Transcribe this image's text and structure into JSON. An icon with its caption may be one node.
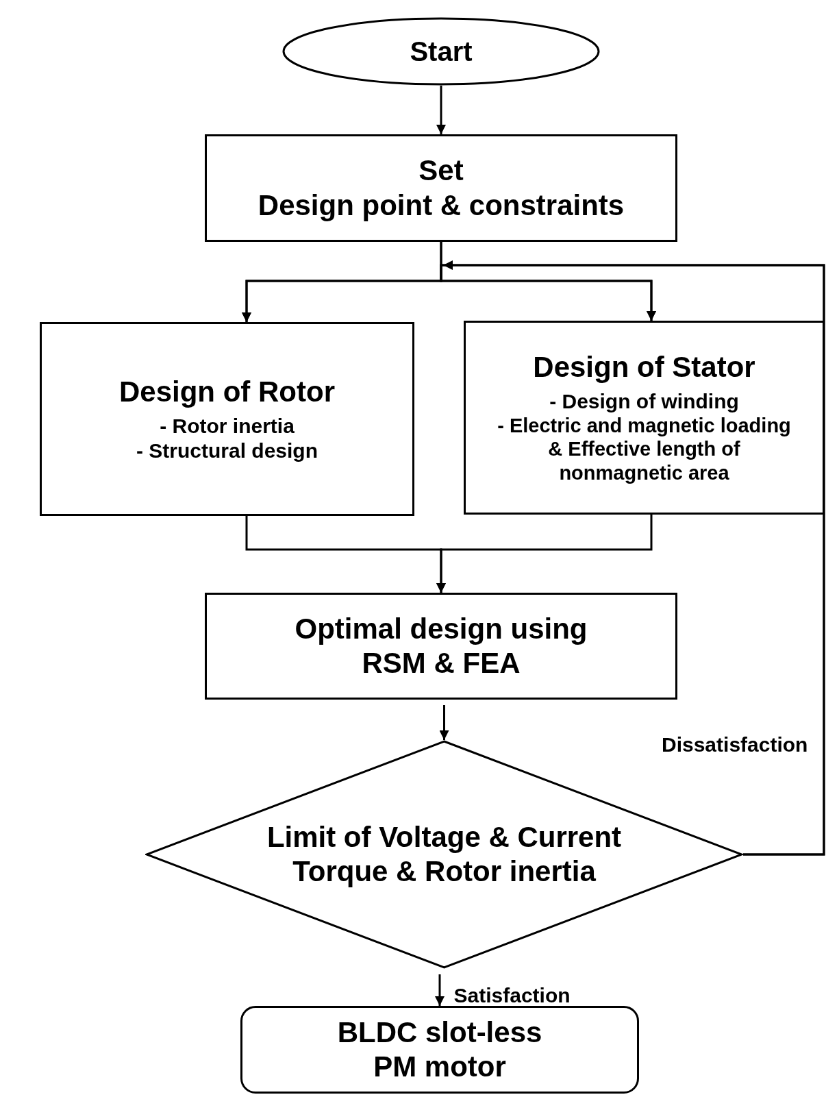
{
  "diagram": {
    "nodes": [
      {
        "text": [
          "Start"
        ]
      },
      {
        "text": [
          "Set",
          "Design point & constraints"
        ]
      },
      {
        "text": [
          "Design of Rotor",
          "- Rotor inertia",
          "- Structural design"
        ]
      },
      {
        "text": [
          "Design of Stator",
          "- Design of winding",
          "- Electric and magnetic loading & Effective length of nonmagnetic area"
        ]
      },
      {
        "text": [
          "Optimal design using RSM & FEA"
        ]
      },
      {
        "text": [
          "Limit of Voltage & Current",
          "Torque & Rotor inertia"
        ]
      },
      {
        "text": [
          "BLDC slot-less PM motor"
        ]
      }
    ],
    "edges": [
      {
        "from": 0,
        "to": 1,
        "arrow": "to"
      },
      {
        "from": 1,
        "to": 2,
        "arrow": "to"
      },
      {
        "from": 1,
        "to": 3,
        "arrow": "to"
      },
      {
        "from": 2,
        "to": 4,
        "arrow": "to"
      },
      {
        "from": 3,
        "to": 4,
        "arrow": "to"
      },
      {
        "from": 4,
        "to": 5,
        "arrow": "to"
      },
      {
        "from": 5,
        "to": 2,
        "arrow": "to",
        "label": "Dissatisfaction"
      },
      {
        "from": 5,
        "to": 3,
        "arrow": "to"
      },
      {
        "from": 5,
        "to": 6,
        "arrow": "to",
        "label": "Satisfaction"
      }
    ]
  }
}
